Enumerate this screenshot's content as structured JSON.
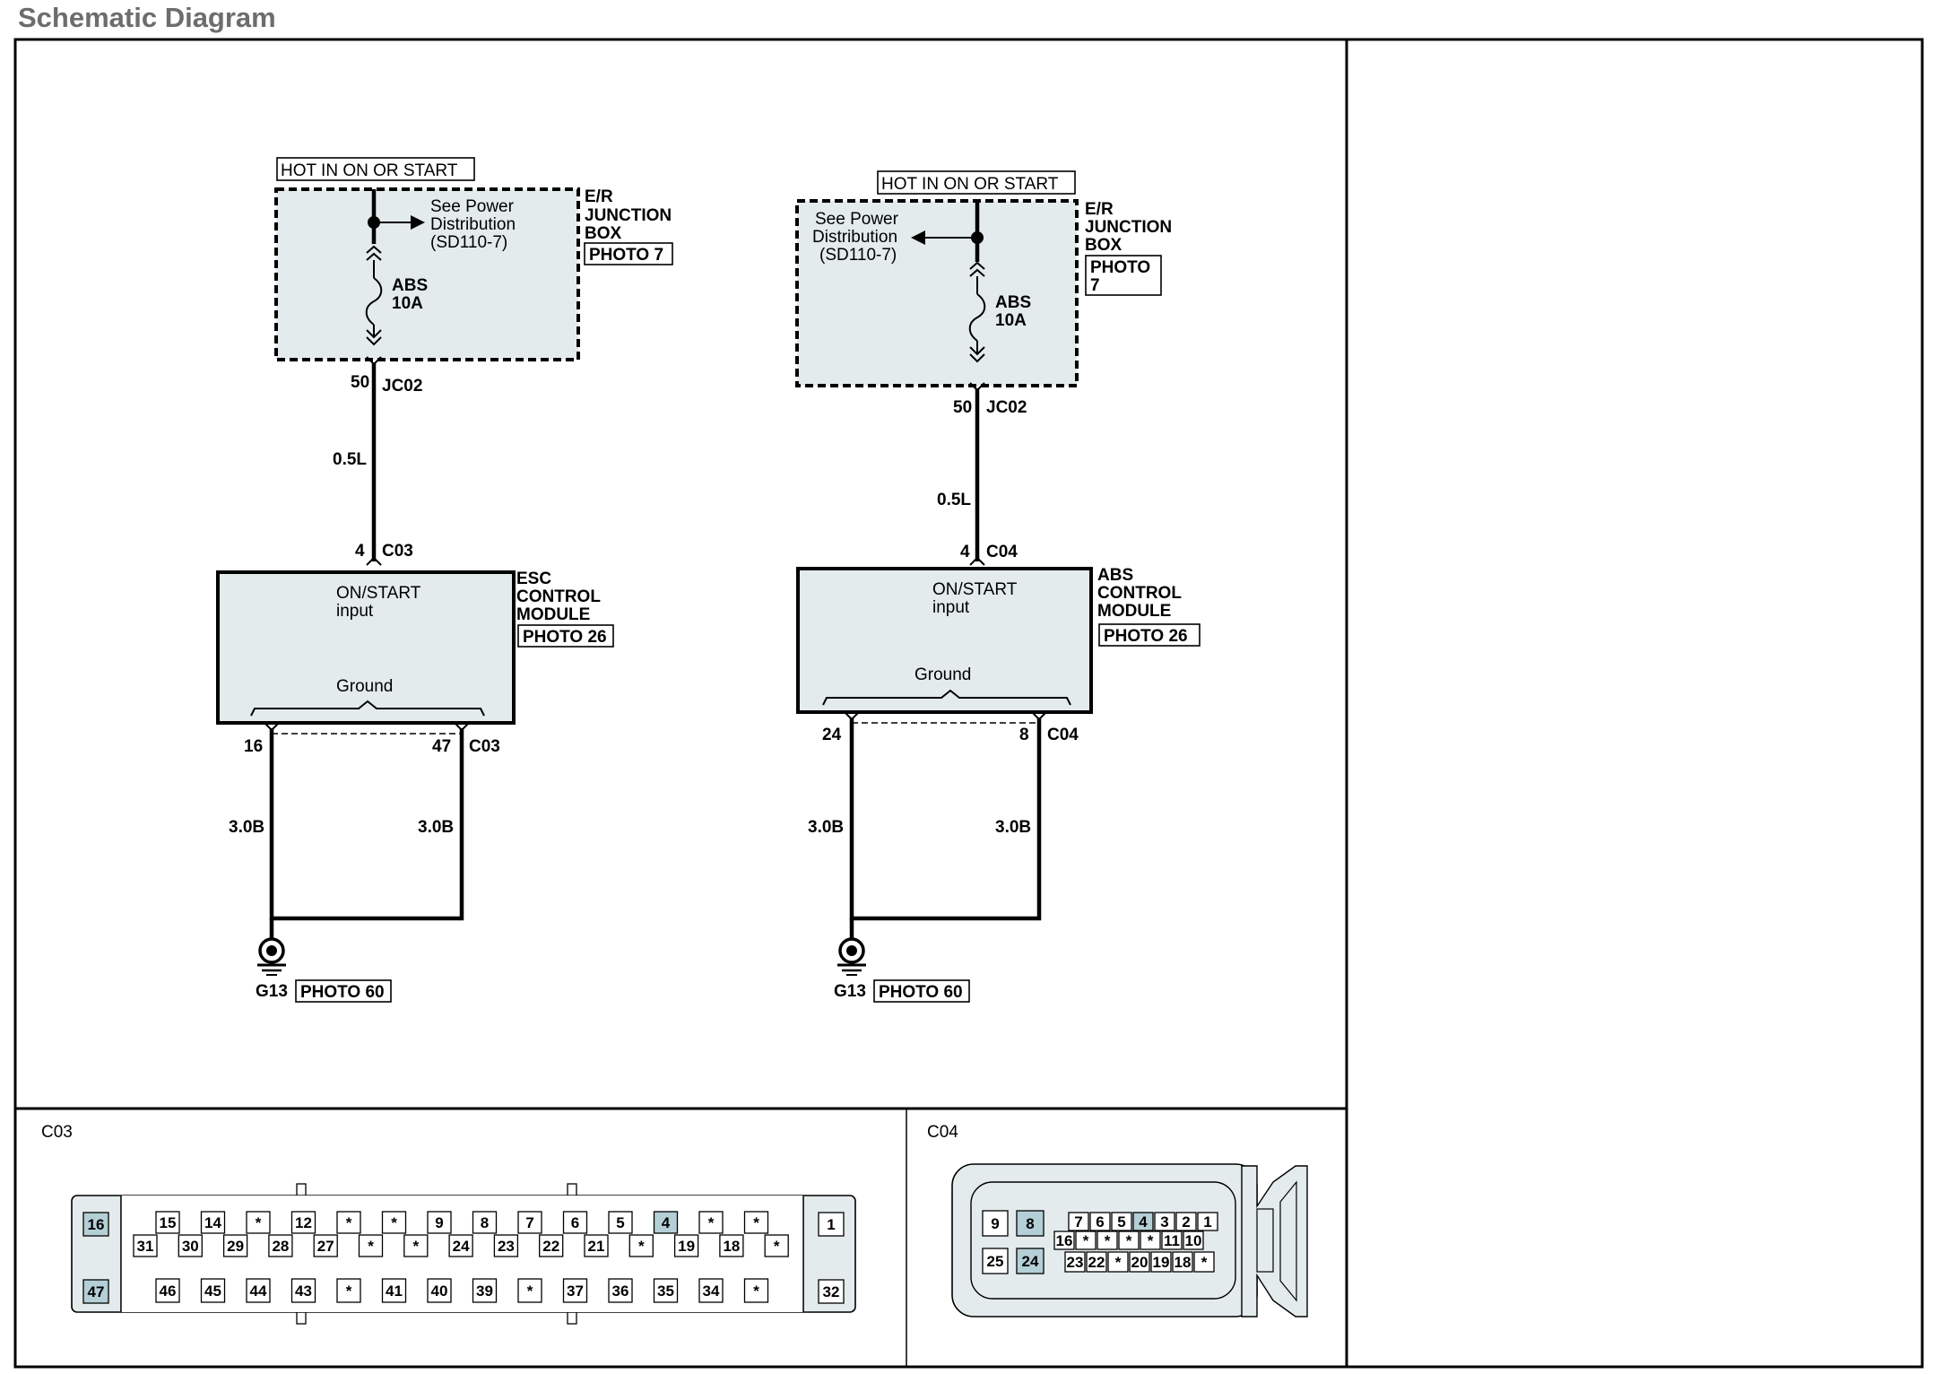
{
  "title": "Schematic Diagram",
  "circuits": [
    {
      "hot_label": "HOT IN ON OR START",
      "junction_box": [
        "E/R",
        "JUNCTION",
        "BOX"
      ],
      "junction_photo": "PHOTO 7",
      "see_power": [
        "See Power",
        "Distribution",
        "(SD110-7)"
      ],
      "fuse": [
        "ABS",
        "10A"
      ],
      "jc_pin": "50",
      "jc_connector": "JC02",
      "wire_top": "0.5L",
      "module_pin": "4",
      "module_connector": "C03",
      "module_label": [
        "ESC",
        "CONTROL",
        "MODULE"
      ],
      "module_photo": "PHOTO 26",
      "input_label": [
        "ON/START",
        "input"
      ],
      "ground_label": "Ground",
      "gnd_pin_left": "16",
      "gnd_pin_right": "47",
      "gnd_connector": "C03",
      "wire_left": "3.0B",
      "wire_right": "3.0B",
      "ground_point": "G13",
      "ground_photo": "PHOTO 60"
    },
    {
      "hot_label": "HOT IN ON OR START",
      "junction_box": [
        "E/R",
        "JUNCTION",
        "BOX"
      ],
      "junction_photo": [
        "PHOTO",
        "7"
      ],
      "see_power": [
        "See Power",
        "Distribution",
        "(SD110-7)"
      ],
      "fuse": [
        "ABS",
        "10A"
      ],
      "jc_pin": "50",
      "jc_connector": "JC02",
      "wire_top": "0.5L",
      "module_pin": "4",
      "module_connector": "C04",
      "module_label": [
        "ABS",
        "CONTROL",
        "MODULE"
      ],
      "module_photo": "PHOTO 26",
      "input_label": [
        "ON/START",
        "input"
      ],
      "ground_label": "Ground",
      "gnd_pin_left": "24",
      "gnd_pin_right": "8",
      "gnd_connector": "C04",
      "wire_left": "3.0B",
      "wire_right": "3.0B",
      "ground_point": "G13",
      "ground_photo": "PHOTO 60"
    }
  ],
  "connector_c03": {
    "name": "C03",
    "left_top": "16",
    "left_bottom": "47",
    "right_top": "1",
    "right_bottom": "32",
    "row1": [
      "15",
      "14",
      "*",
      "12",
      "*",
      "*",
      "9",
      "8",
      "7",
      "6",
      "5",
      "4",
      "*",
      "*"
    ],
    "row2": [
      "31",
      "30",
      "29",
      "28",
      "27",
      "*",
      "*",
      "24",
      "23",
      "22",
      "21",
      "*",
      "19",
      "18",
      "*"
    ],
    "row3": [
      "46",
      "45",
      "44",
      "43",
      "*",
      "41",
      "40",
      "39",
      "*",
      "37",
      "36",
      "35",
      "34",
      "*"
    ],
    "highlighted": [
      "16",
      "47",
      "4"
    ]
  },
  "connector_c04": {
    "name": "C04",
    "left_top": [
      "9",
      "8"
    ],
    "left_bottom": [
      "25",
      "24"
    ],
    "row1": [
      "7",
      "6",
      "5",
      "4",
      "3",
      "2",
      "1"
    ],
    "row2": [
      "16",
      "*",
      "*",
      "*",
      "*",
      "11",
      "10"
    ],
    "row3": [
      "23",
      "22",
      "*",
      "20",
      "19",
      "18",
      "*"
    ],
    "highlighted": [
      "8",
      "24",
      "4"
    ]
  },
  "colors": {
    "module_fill": "#e3ebec",
    "pin_highlight": "#b4cfd6",
    "title": "#6d6d6d"
  }
}
